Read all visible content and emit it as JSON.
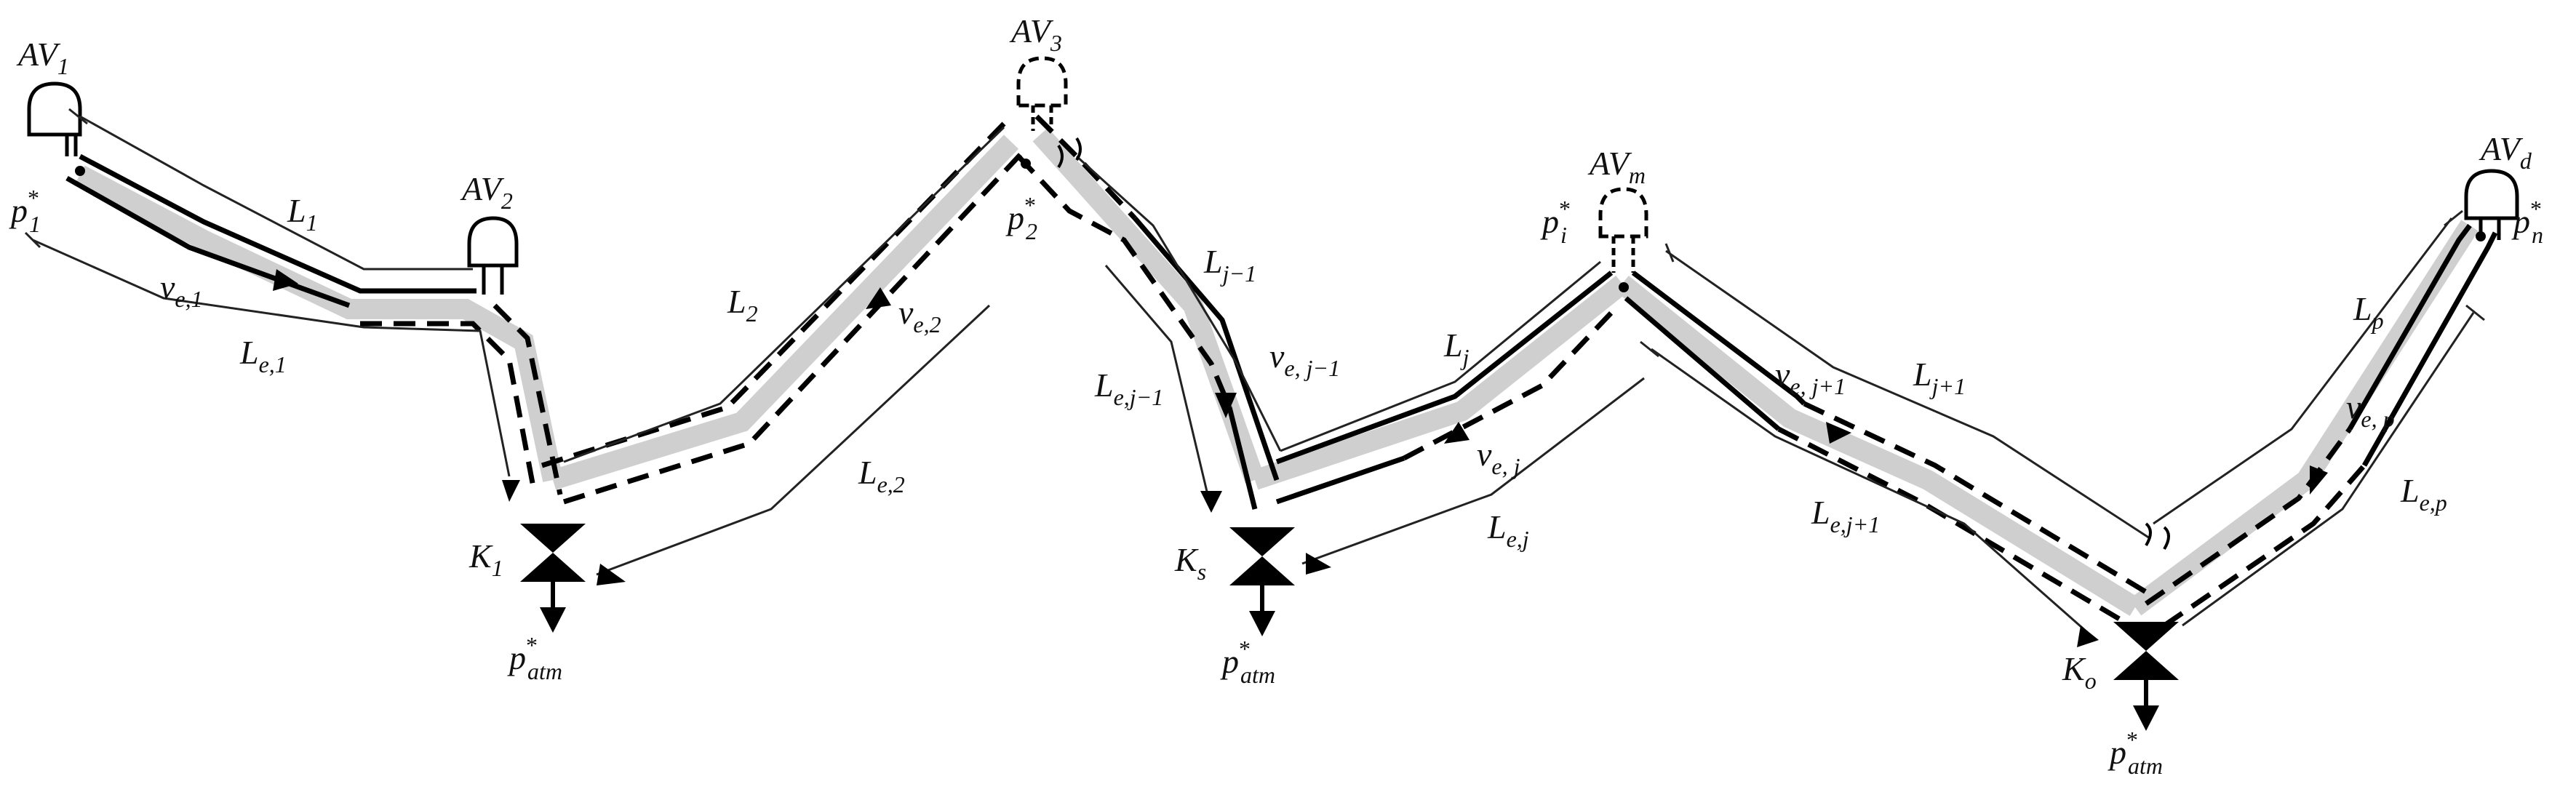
{
  "labels": {
    "av1": {
      "main": "AV",
      "sub": "1"
    },
    "av2": {
      "main": "AV",
      "sub": "2"
    },
    "av3": {
      "main": "AV",
      "sub": "3"
    },
    "avm": {
      "main": "AV",
      "sub": "m"
    },
    "avd": {
      "main": "AV",
      "sub": "d"
    },
    "p1": {
      "main": "p",
      "sub": "1",
      "sup": "*"
    },
    "p2": {
      "main": "p",
      "sub": "2",
      "sup": "*"
    },
    "pi": {
      "main": "p",
      "sub": "i",
      "sup": "*"
    },
    "pn": {
      "main": "p",
      "sub": "n",
      "sup": "*"
    },
    "L1": {
      "main": "L",
      "sub": "1"
    },
    "L2": {
      "main": "L",
      "sub": "2"
    },
    "Ljm1": {
      "main": "L",
      "sub": "j−1"
    },
    "Lj": {
      "main": "L",
      "sub": "j"
    },
    "Ljp1": {
      "main": "L",
      "sub": "j+1"
    },
    "Lp": {
      "main": "L",
      "sub": "p"
    },
    "Le1": {
      "main": "L",
      "sub": "e,1"
    },
    "Le2": {
      "main": "L",
      "sub": "e,2"
    },
    "Lejm1": {
      "main": "L",
      "sub": "e,j−1"
    },
    "Lej": {
      "main": "L",
      "sub": "e,j"
    },
    "Lejp1": {
      "main": "L",
      "sub": "e,j+1"
    },
    "Lep": {
      "main": "L",
      "sub": "e,p"
    },
    "ve1": {
      "main": "v",
      "sub": "e,1"
    },
    "ve2": {
      "main": "v",
      "sub": "e,2"
    },
    "vejm1": {
      "main": "v",
      "sub": "e, j−1"
    },
    "vej": {
      "main": "v",
      "sub": "e, j"
    },
    "vejp1": {
      "main": "v",
      "sub": "e, j+1"
    },
    "vep": {
      "main": "v",
      "sub": "e, p"
    },
    "K1": {
      "main": "K",
      "sub": "1"
    },
    "Ks": {
      "main": "K",
      "sub": "s"
    },
    "Ko": {
      "main": "K",
      "sub": "o"
    },
    "patm1": {
      "main": "p",
      "sub": "atm",
      "sup": "*"
    },
    "patm2": {
      "main": "p",
      "sub": "atm",
      "sup": "*"
    },
    "patm3": {
      "main": "p",
      "sub": "atm",
      "sup": "*"
    }
  }
}
